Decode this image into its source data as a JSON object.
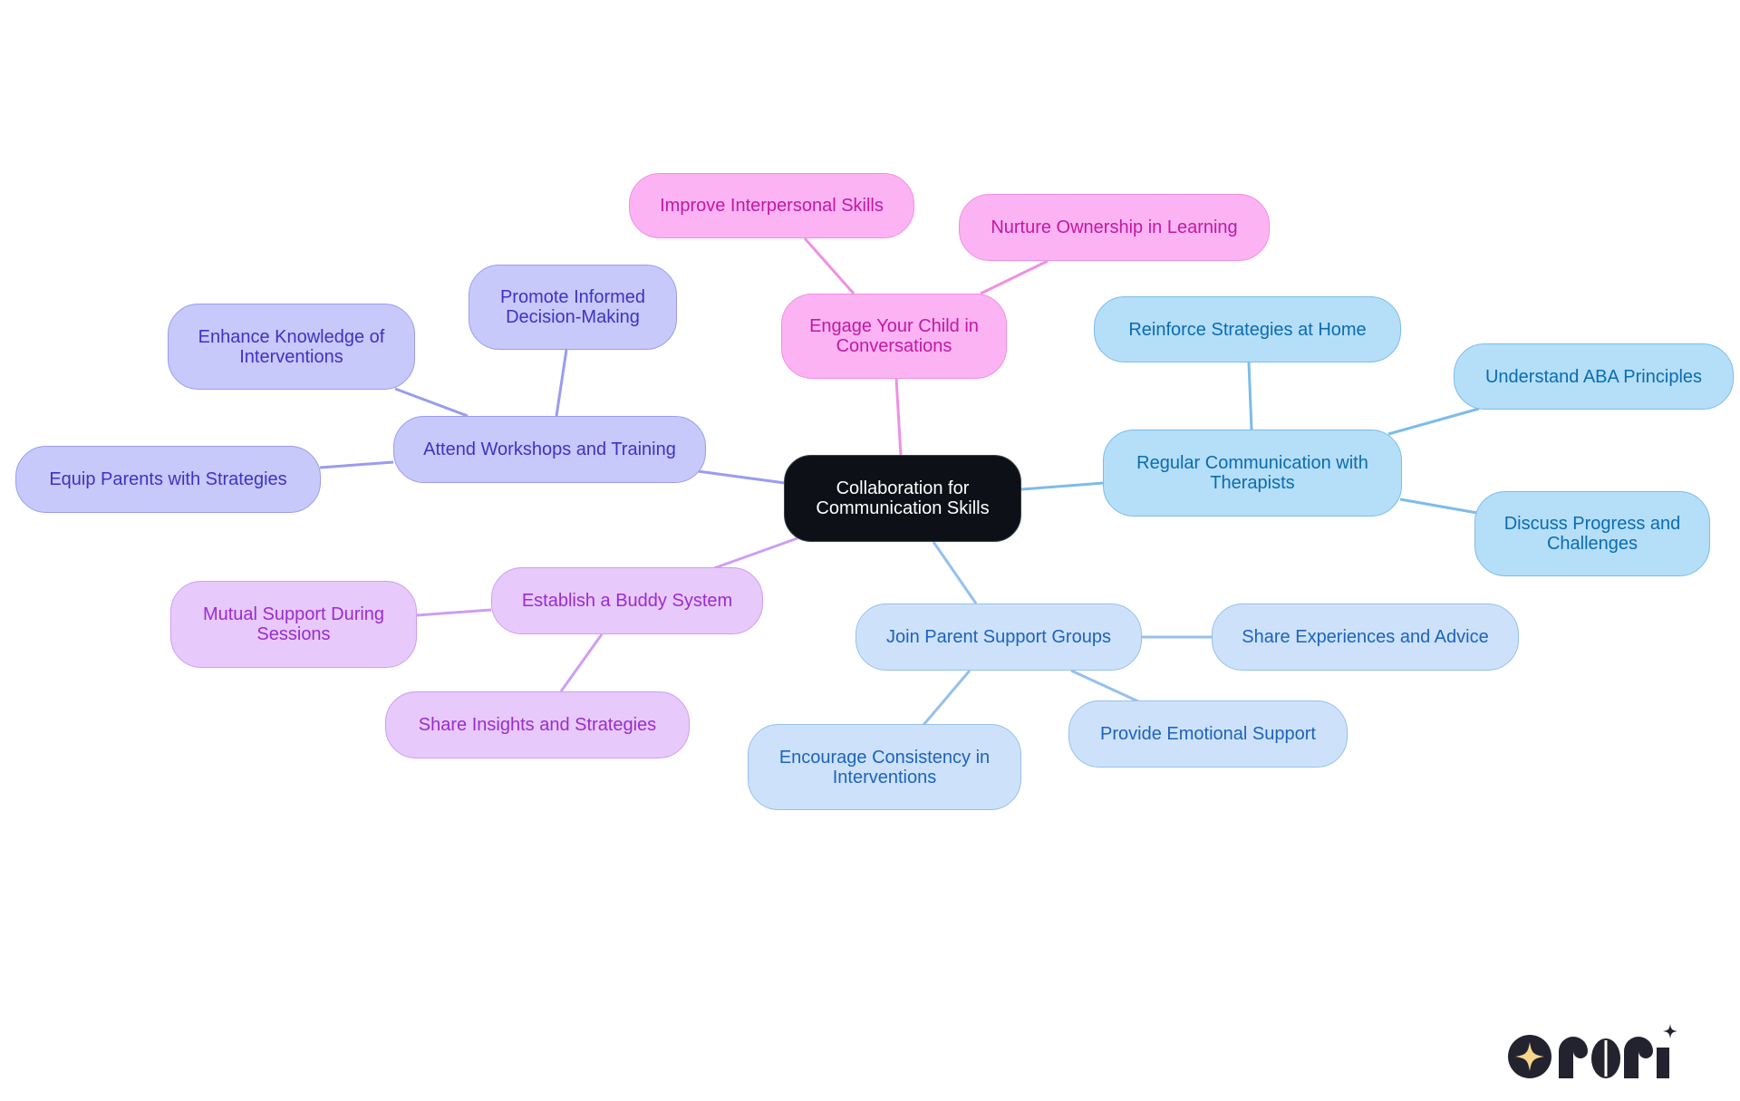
{
  "diagram": {
    "type": "mind-map",
    "root": {
      "id": "root",
      "label": "Collaboration for Communication Skills",
      "lines": [
        "Collaboration for",
        "Communication Skills"
      ]
    },
    "branches": [
      {
        "id": "workshops",
        "label": "Attend Workshops and Training",
        "color": "#c8c9fb",
        "children": [
          {
            "id": "equip",
            "label": "Equip Parents with Strategies"
          },
          {
            "id": "enhance",
            "label": "Enhance Knowledge of Interventions"
          },
          {
            "id": "promote",
            "label": "Promote Informed Decision-Making"
          }
        ]
      },
      {
        "id": "engage",
        "label": "Engage Your Child in Conversations",
        "color": "#fcb3f4",
        "children": [
          {
            "id": "improve",
            "label": "Improve Interpersonal Skills"
          },
          {
            "id": "nurture",
            "label": "Nurture Ownership in Learning"
          }
        ]
      },
      {
        "id": "regular",
        "label": "Regular Communication with Therapists",
        "color": "#b5def9",
        "children": [
          {
            "id": "reinforce",
            "label": "Reinforce Strategies at Home"
          },
          {
            "id": "aba",
            "label": "Understand ABA Principles"
          },
          {
            "id": "discuss",
            "label": "Discuss Progress and Challenges"
          }
        ]
      },
      {
        "id": "join",
        "label": "Join Parent Support Groups",
        "color": "#cde2fa",
        "children": [
          {
            "id": "share_exp",
            "label": "Share Experiences and Advice"
          },
          {
            "id": "emotional",
            "label": "Provide Emotional Support"
          },
          {
            "id": "consistency",
            "label": "Encourage Consistency in Interventions"
          }
        ]
      },
      {
        "id": "buddy",
        "label": "Establish a Buddy System",
        "color": "#e7c9fb",
        "children": [
          {
            "id": "mutual",
            "label": "Mutual Support During Sessions"
          },
          {
            "id": "insights",
            "label": "Share Insights and Strategies"
          }
        ]
      }
    ]
  },
  "nodes": {
    "root": [
      "Collaboration for",
      "Communication Skills"
    ],
    "workshops": [
      "Attend Workshops and Training"
    ],
    "equip": [
      "Equip Parents with Strategies"
    ],
    "enhance": [
      "Enhance Knowledge of",
      "Interventions"
    ],
    "promote": [
      "Promote Informed",
      "Decision-Making"
    ],
    "engage": [
      "Engage Your Child in",
      "Conversations"
    ],
    "improve": [
      "Improve Interpersonal Skills"
    ],
    "nurture": [
      "Nurture Ownership in Learning"
    ],
    "regular": [
      "Regular Communication with",
      "Therapists"
    ],
    "reinforce": [
      "Reinforce Strategies at Home"
    ],
    "aba": [
      "Understand ABA Principles"
    ],
    "discuss": [
      "Discuss Progress and",
      "Challenges"
    ],
    "join": [
      "Join Parent Support Groups"
    ],
    "share_exp": [
      "Share Experiences and Advice"
    ],
    "emotional": [
      "Provide Emotional Support"
    ],
    "consistency": [
      "Encourage Consistency in",
      "Interventions"
    ],
    "buddy": [
      "Establish a Buddy System"
    ],
    "mutual": [
      "Mutual Support During",
      "Sessions"
    ],
    "insights": [
      "Share Insights and Strategies"
    ]
  },
  "colors": {
    "root_fill": "#0d1117",
    "indigo_edge": "#9a9bf0",
    "pink_edge": "#ef8fe2",
    "sky_edge": "#7cbcea",
    "blue_edge": "#95c0ec",
    "violet_edge": "#cf9df3",
    "logo_dark": "#23222f",
    "logo_star": "#f7d58a"
  },
  "logo": {
    "text": "rori",
    "icon": "sparkle-star-icon"
  }
}
